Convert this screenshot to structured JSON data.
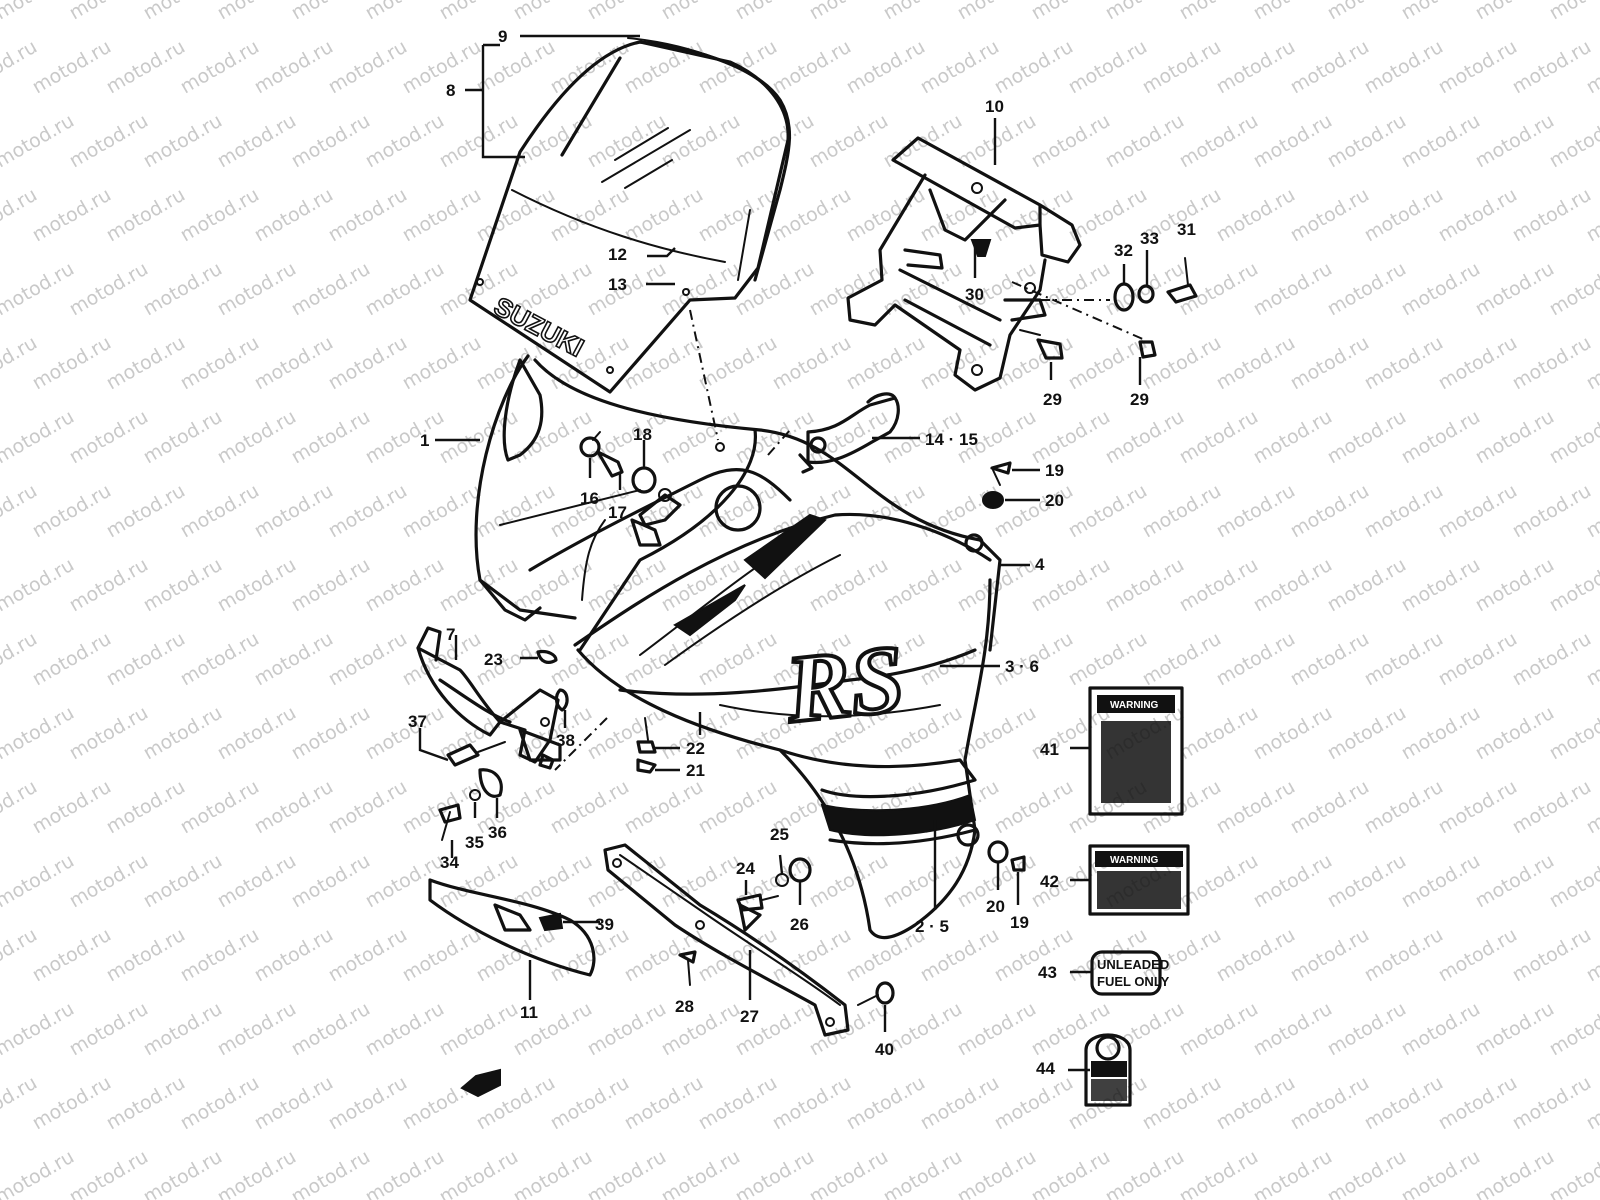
{
  "watermark": "motod.ru",
  "brand_text": "SUZUKI",
  "model_text": "RS",
  "decals": {
    "warning_1": "WARNING",
    "warning_2": "WARNING",
    "fuel_line1": "UNLEADED",
    "fuel_line2": "FUEL ONLY"
  },
  "callouts": [
    {
      "id": "9",
      "label": "9"
    },
    {
      "id": "8",
      "label": "8"
    },
    {
      "id": "10",
      "label": "10"
    },
    {
      "id": "12",
      "label": "12"
    },
    {
      "id": "13",
      "label": "13"
    },
    {
      "id": "32",
      "label": "32"
    },
    {
      "id": "33",
      "label": "33"
    },
    {
      "id": "31",
      "label": "31"
    },
    {
      "id": "30",
      "label": "30"
    },
    {
      "id": "29a",
      "label": "29"
    },
    {
      "id": "29b",
      "label": "29"
    },
    {
      "id": "1",
      "label": "1"
    },
    {
      "id": "18",
      "label": "18"
    },
    {
      "id": "14-15",
      "label": "14 · 15"
    },
    {
      "id": "16",
      "label": "16"
    },
    {
      "id": "17",
      "label": "17"
    },
    {
      "id": "19a",
      "label": "19"
    },
    {
      "id": "20a",
      "label": "20"
    },
    {
      "id": "4",
      "label": "4"
    },
    {
      "id": "7",
      "label": "7"
    },
    {
      "id": "23",
      "label": "23"
    },
    {
      "id": "3-6",
      "label": "3 · 6"
    },
    {
      "id": "37",
      "label": "37"
    },
    {
      "id": "38",
      "label": "38"
    },
    {
      "id": "22",
      "label": "22"
    },
    {
      "id": "21",
      "label": "21"
    },
    {
      "id": "41",
      "label": "41"
    },
    {
      "id": "36",
      "label": "36"
    },
    {
      "id": "35",
      "label": "35"
    },
    {
      "id": "34",
      "label": "34"
    },
    {
      "id": "24",
      "label": "24"
    },
    {
      "id": "25",
      "label": "25"
    },
    {
      "id": "26",
      "label": "26"
    },
    {
      "id": "20b",
      "label": "20"
    },
    {
      "id": "19b",
      "label": "19"
    },
    {
      "id": "2-5",
      "label": "2 · 5"
    },
    {
      "id": "42",
      "label": "42"
    },
    {
      "id": "39",
      "label": "39"
    },
    {
      "id": "43",
      "label": "43"
    },
    {
      "id": "11",
      "label": "11"
    },
    {
      "id": "28",
      "label": "28"
    },
    {
      "id": "27",
      "label": "27"
    },
    {
      "id": "40",
      "label": "40"
    },
    {
      "id": "44",
      "label": "44"
    }
  ]
}
